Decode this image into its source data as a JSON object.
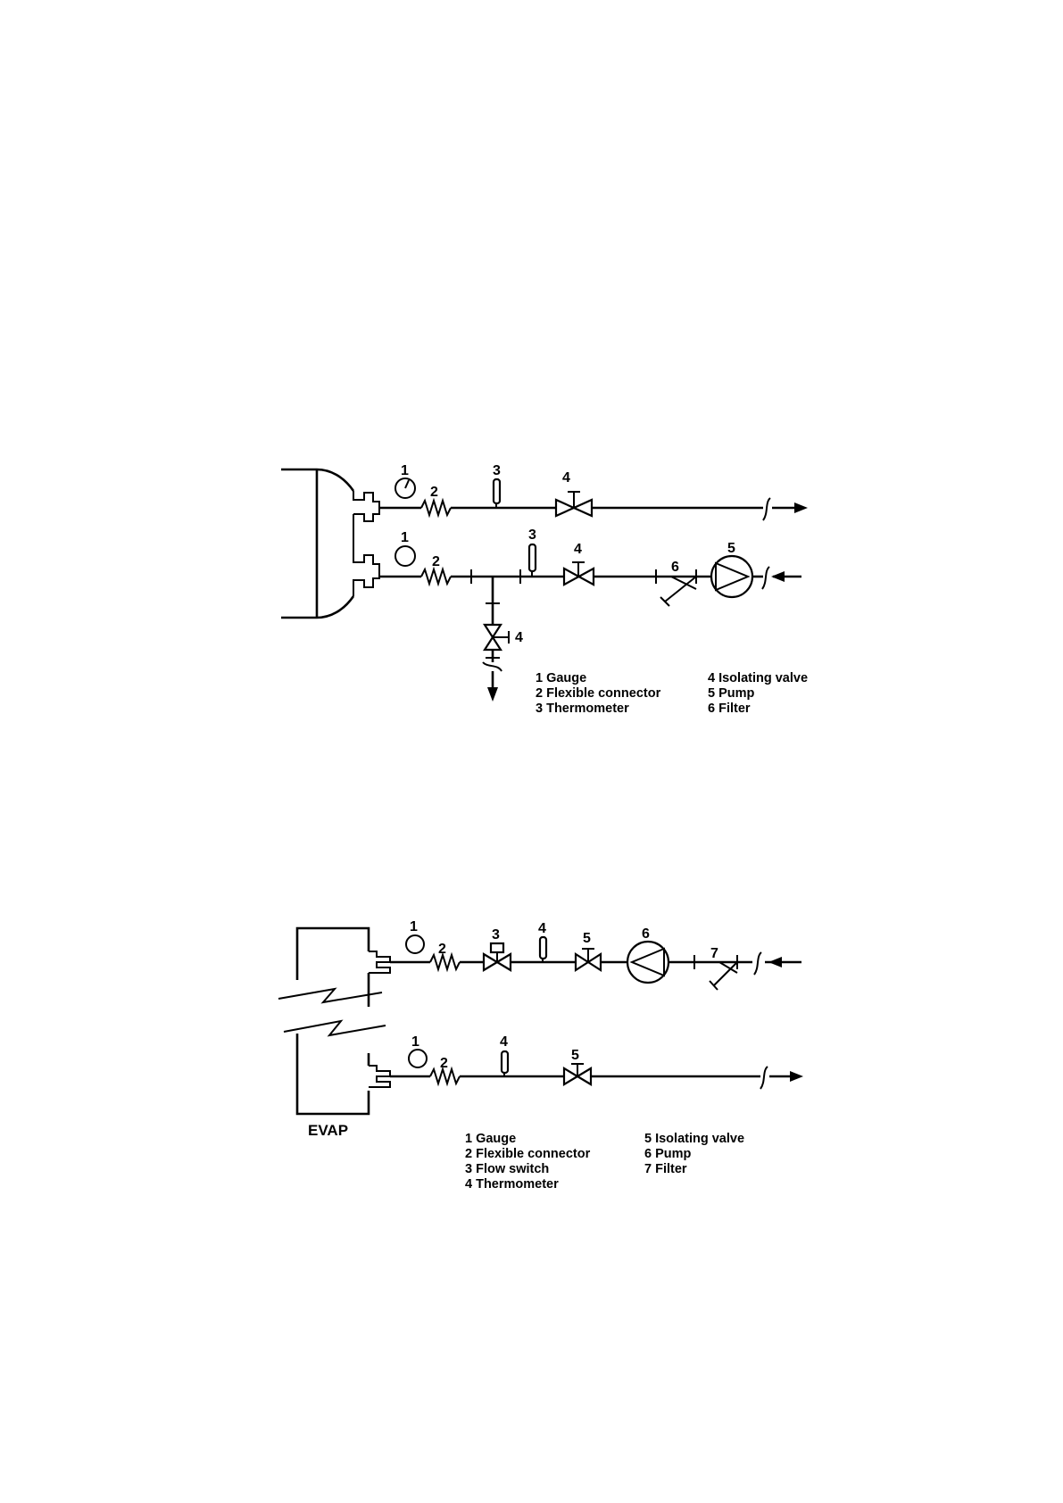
{
  "diagram1": {
    "labels": {
      "gauge_top": "1",
      "flex_top": "2",
      "thermo_top": "3",
      "valve_top": "4",
      "gauge_bot": "1",
      "flex_bot": "2",
      "thermo_bot": "3",
      "valve_bot": "4",
      "filter": "6",
      "pump": "5",
      "drain_valve": "4"
    },
    "legend": [
      "1 Gauge",
      "2 Flexible connector",
      "3 Thermometer",
      "4 Isolating valve",
      "5 Pump",
      "6 Filter"
    ]
  },
  "diagram2": {
    "labels": {
      "gauge_top": "1",
      "flex_top": "2",
      "flow_switch": "3",
      "thermo_top": "4",
      "valve_top": "5",
      "pump": "6",
      "filter": "7",
      "gauge_bot": "1",
      "flex_bot": "2",
      "thermo_bot": "4",
      "valve_bot": "5"
    },
    "vessel_label": "EVAP",
    "legend": [
      "1 Gauge",
      "2 Flexible connector",
      "3 Flow switch",
      "4 Thermometer",
      "5 Isolating valve",
      "6 Pump",
      "7 Filter"
    ]
  }
}
